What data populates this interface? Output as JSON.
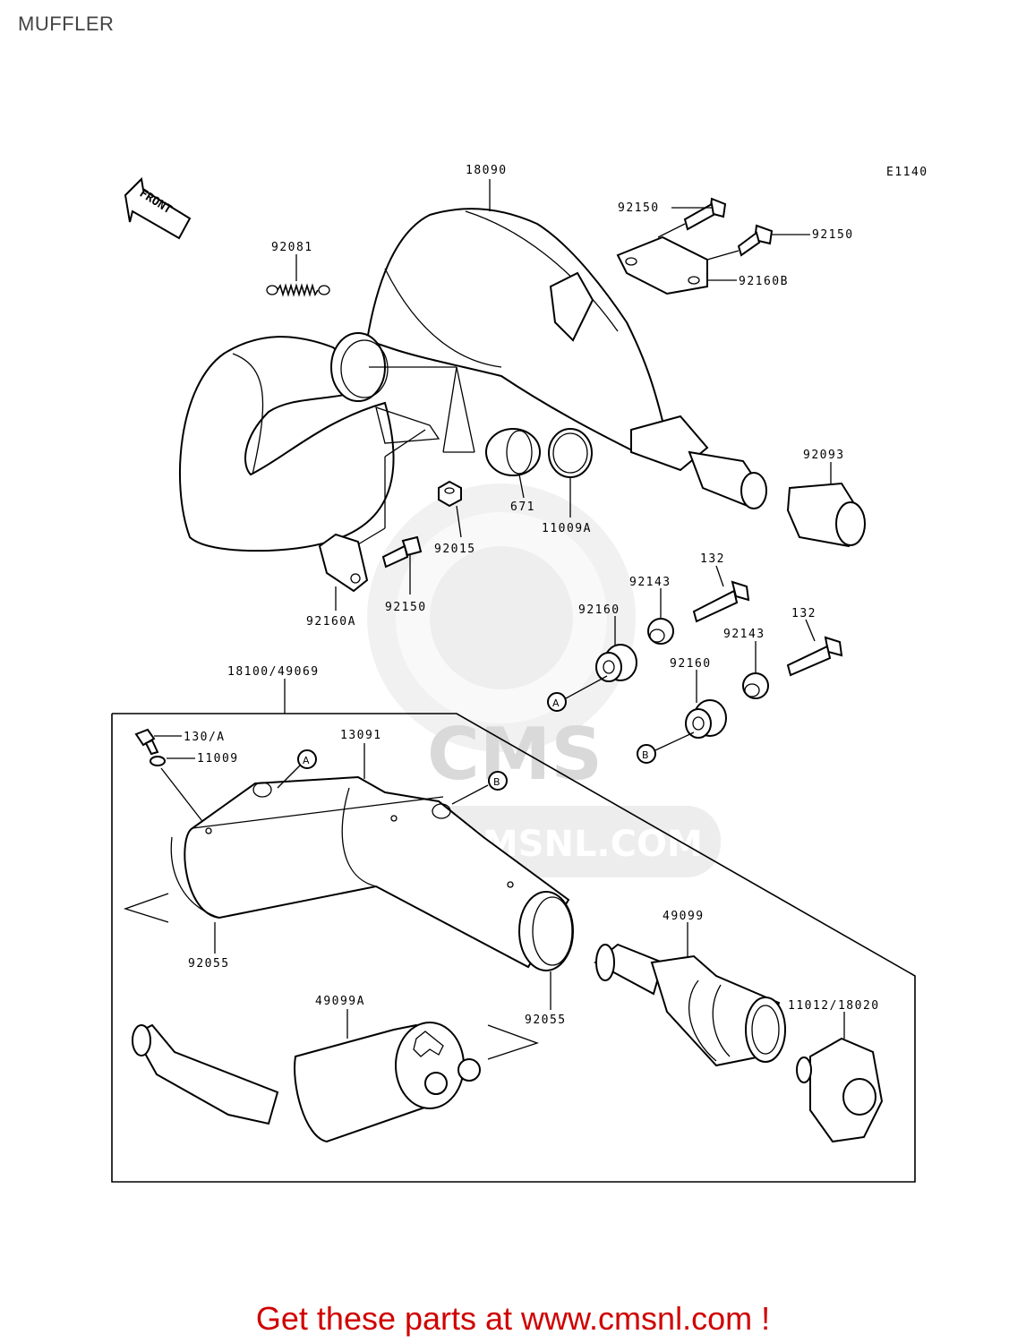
{
  "page": {
    "title": "MUFFLER",
    "footer": "Get these parts at www.cmsnl.com !"
  },
  "diagram": {
    "code": "E1140",
    "front_arrow": "FRONT",
    "watermark": {
      "brand": "CMS",
      "url": "WWW.CMSNL.COM"
    },
    "callouts": {
      "a": "A",
      "b": "B"
    },
    "parts": {
      "p18090": "18090",
      "p92150_top": "92150",
      "p92150_right": "92150",
      "p92160b": "92160B",
      "p92081": "92081",
      "p92093": "92093",
      "p671": "671",
      "p11009a": "11009A",
      "p92015": "92015",
      "p92150_low": "92150",
      "p92160a": "92160A",
      "p132_a": "132",
      "p92143_a": "92143",
      "p92160_a": "92160",
      "p132_b": "132",
      "p92143_b": "92143",
      "p92160_b": "92160",
      "p18100": "18100/49069",
      "p130a": "130/A",
      "p11009": "11009",
      "p13091": "13091",
      "p92055_left": "92055",
      "p92055_right": "92055",
      "p49099": "49099",
      "p49099a": "49099A",
      "p11012": "11012/18020"
    }
  }
}
